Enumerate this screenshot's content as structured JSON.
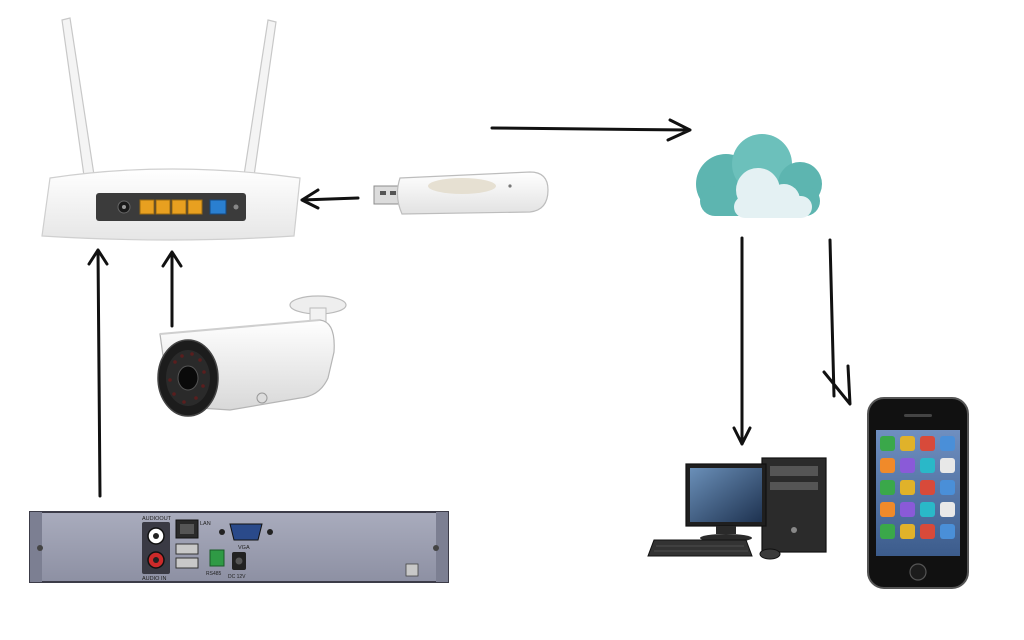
{
  "diagram": {
    "devices": [
      {
        "id": "router",
        "icon": "wifi-router-icon"
      },
      {
        "id": "modem",
        "icon": "usb-modem-icon"
      },
      {
        "id": "camera",
        "icon": "bullet-camera-icon"
      },
      {
        "id": "dvr",
        "icon": "dvr-recorder-icon"
      },
      {
        "id": "cloud",
        "icon": "cloud-icon"
      },
      {
        "id": "desktop",
        "icon": "desktop-computer-icon"
      },
      {
        "id": "phone",
        "icon": "smartphone-icon"
      }
    ],
    "connections": [
      {
        "from": "modem",
        "to": "router"
      },
      {
        "from": "router",
        "to": "cloud"
      },
      {
        "from": "camera",
        "to": "router"
      },
      {
        "from": "dvr",
        "to": "router"
      },
      {
        "from": "cloud",
        "to": "desktop"
      },
      {
        "from": "cloud",
        "to": "phone"
      }
    ],
    "dvr_labels": {
      "audio_out": "AUDIOOUT",
      "audio_in": "AUDIO IN",
      "lan": "LAN",
      "vga": "VGA",
      "rs485": "RS485",
      "dc": "DC 12V"
    },
    "colors": {
      "arrow": "#111111",
      "router_body": "#f2f2f2",
      "lan_ports": "#e8a020",
      "wan_port": "#2a7fd0",
      "cloud_dark": "#5db5b0",
      "cloud_light": "#e4f1f3",
      "dvr_panel": "#9fa2b4"
    }
  }
}
